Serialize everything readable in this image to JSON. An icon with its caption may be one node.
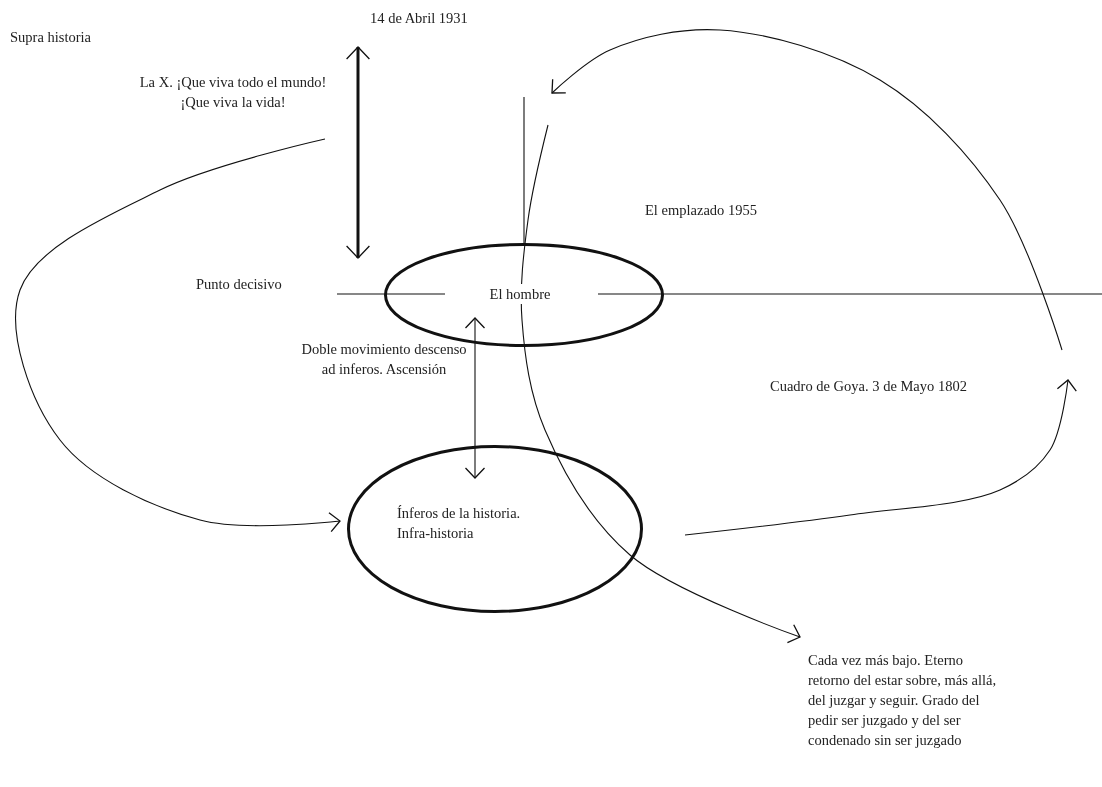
{
  "diagram": {
    "nodes": [
      {
        "text": [
          "14 de Abril 1931"
        ]
      },
      {
        "text": [
          "El hombre"
        ]
      },
      {
        "text": [
          "Ínferos de la historia. Infra-historia"
        ]
      },
      {
        "text": [
          "Cada vez más bajo. Eterno retorno del estar sobre, más allá, del juzgar y seguir. Grado del pedir ser juzgado y del ser condenado sin ser juzgado"
        ]
      }
    ],
    "edges": [
      {
        "from": 0,
        "to": 1,
        "arrow": "both",
        "style": "thick"
      },
      {
        "from": 1,
        "to": 2,
        "arrow": "both"
      },
      {
        "from": null,
        "to": 2,
        "arrow": "to"
      },
      {
        "from": 2,
        "to": null,
        "arrow": "to"
      },
      {
        "from": null,
        "to": 3,
        "arrow": "to"
      },
      {
        "from": null,
        "to": 1,
        "arrow": "none"
      }
    ],
    "labels": [
      "Supra historia",
      "La X. ¡Que viva todo el mundo! ¡Que viva la vida!",
      "El emplazado 1955",
      "Punto decisivo",
      "Doble movimiento descenso ad inferos. Ascensión",
      "Cuadro de Goya. 3 de Mayo 1802"
    ]
  }
}
